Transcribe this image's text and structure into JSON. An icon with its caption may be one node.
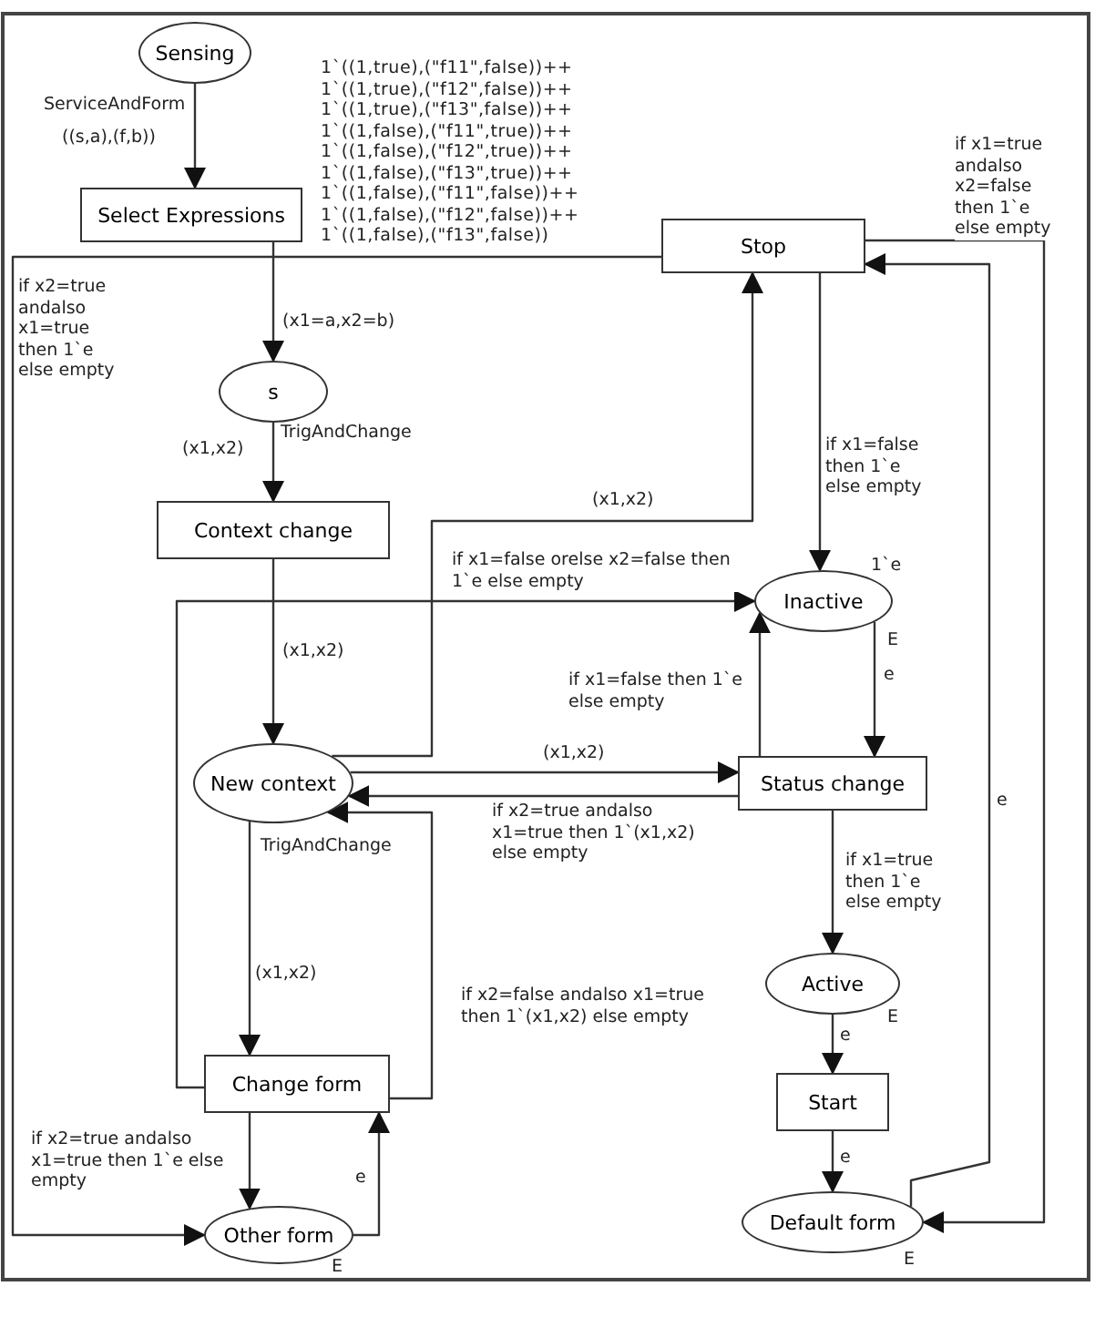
{
  "diagram": {
    "nodes": [
      {
        "text": [
          "Sensing"
        ],
        "beside": [
          "ServiceAndForm"
        ]
      },
      {
        "text": [
          "Select Expressions"
        ]
      },
      {
        "text": [
          "s"
        ],
        "beside": [
          "TrigAndChange"
        ]
      },
      {
        "text": [
          "Context change"
        ]
      },
      {
        "text": [
          "Stop"
        ]
      },
      {
        "text": [
          "Inactive"
        ],
        "beside": [
          "1`e",
          "E"
        ]
      },
      {
        "text": [
          "New context"
        ],
        "beside": [
          "TrigAndChange"
        ]
      },
      {
        "text": [
          "Status change"
        ]
      },
      {
        "text": [
          "Active"
        ],
        "beside": [
          "E"
        ]
      },
      {
        "text": [
          "Start"
        ]
      },
      {
        "text": [
          "Change form"
        ]
      },
      {
        "text": [
          "Other form"
        ],
        "beside": [
          "E"
        ]
      },
      {
        "text": [
          "Default form"
        ],
        "beside": [
          "E"
        ]
      }
    ],
    "edges": [
      {
        "from": 0,
        "to": 1,
        "arrow": "to",
        "label": "((s,a),(f,b))"
      },
      {
        "from": 1,
        "to": 2,
        "arrow": "to",
        "label": "(x1=a,x2=b)"
      },
      {
        "from": 2,
        "to": 3,
        "arrow": "to",
        "label": "(x1,x2)"
      },
      {
        "from": 3,
        "to": 6,
        "arrow": "to",
        "label": "(x1,x2)"
      },
      {
        "from": 6,
        "to": 4,
        "arrow": "to",
        "label": "(x1,x2)"
      },
      {
        "from": 4,
        "to": 5,
        "arrow": "to",
        "label": "if x1=false then 1`e else empty"
      },
      {
        "from": 4,
        "to": 12,
        "arrow": "to",
        "label": "if x1=true andalso x2=false then 1`e else empty"
      },
      {
        "from": 12,
        "to": 4,
        "arrow": "to",
        "label": "e"
      },
      {
        "from": 4,
        "to": 11,
        "arrow": "to",
        "label": "if x2=true andalso x1=true then 1`e else empty"
      },
      {
        "from": 10,
        "to": 5,
        "arrow": "to",
        "label": "if x1=false orelse x2=false then 1`e else empty"
      },
      {
        "from": 5,
        "to": 7,
        "arrow": "to",
        "label": "e"
      },
      {
        "from": 7,
        "to": 5,
        "arrow": "to",
        "label": "if x1=false then 1`e else empty"
      },
      {
        "from": 6,
        "to": 7,
        "arrow": "to",
        "label": "(x1,x2)"
      },
      {
        "from": 7,
        "to": 6,
        "arrow": "to",
        "label": "if x2=true andalso x1=true then 1`(x1,x2) else empty"
      },
      {
        "from": 7,
        "to": 8,
        "arrow": "to",
        "label": "if x1=true then 1`e else empty"
      },
      {
        "from": 8,
        "to": 9,
        "arrow": "to",
        "label": "e"
      },
      {
        "from": 9,
        "to": 12,
        "arrow": "to",
        "label": "e"
      },
      {
        "from": 6,
        "to": 10,
        "arrow": "to",
        "label": "(x1,x2)"
      },
      {
        "from": 10,
        "to": 6,
        "arrow": "to",
        "label": "if x2=false andalso x1=true then 1`(x1,x2) else empty"
      },
      {
        "from": 10,
        "to": 11,
        "arrow": "to",
        "label": "if x2=true andalso x1=true then 1`e else empty"
      },
      {
        "from": 11,
        "to": 10,
        "arrow": "to",
        "label": "e"
      }
    ],
    "labels": [
      "1`((1,true),(\"f11\",false))++ 1`((1,true),(\"f12\",false))++ 1`((1,true),(\"f13\",false))++ 1`((1,false),(\"f11\",true))++ 1`((1,false),(\"f12\",true))++ 1`((1,false),(\"f13\",true))++ 1`((1,false),(\"f11\",false))++ 1`((1,false),(\"f12\",false))++ 1`((1,false),(\"f13\",false))"
    ]
  }
}
